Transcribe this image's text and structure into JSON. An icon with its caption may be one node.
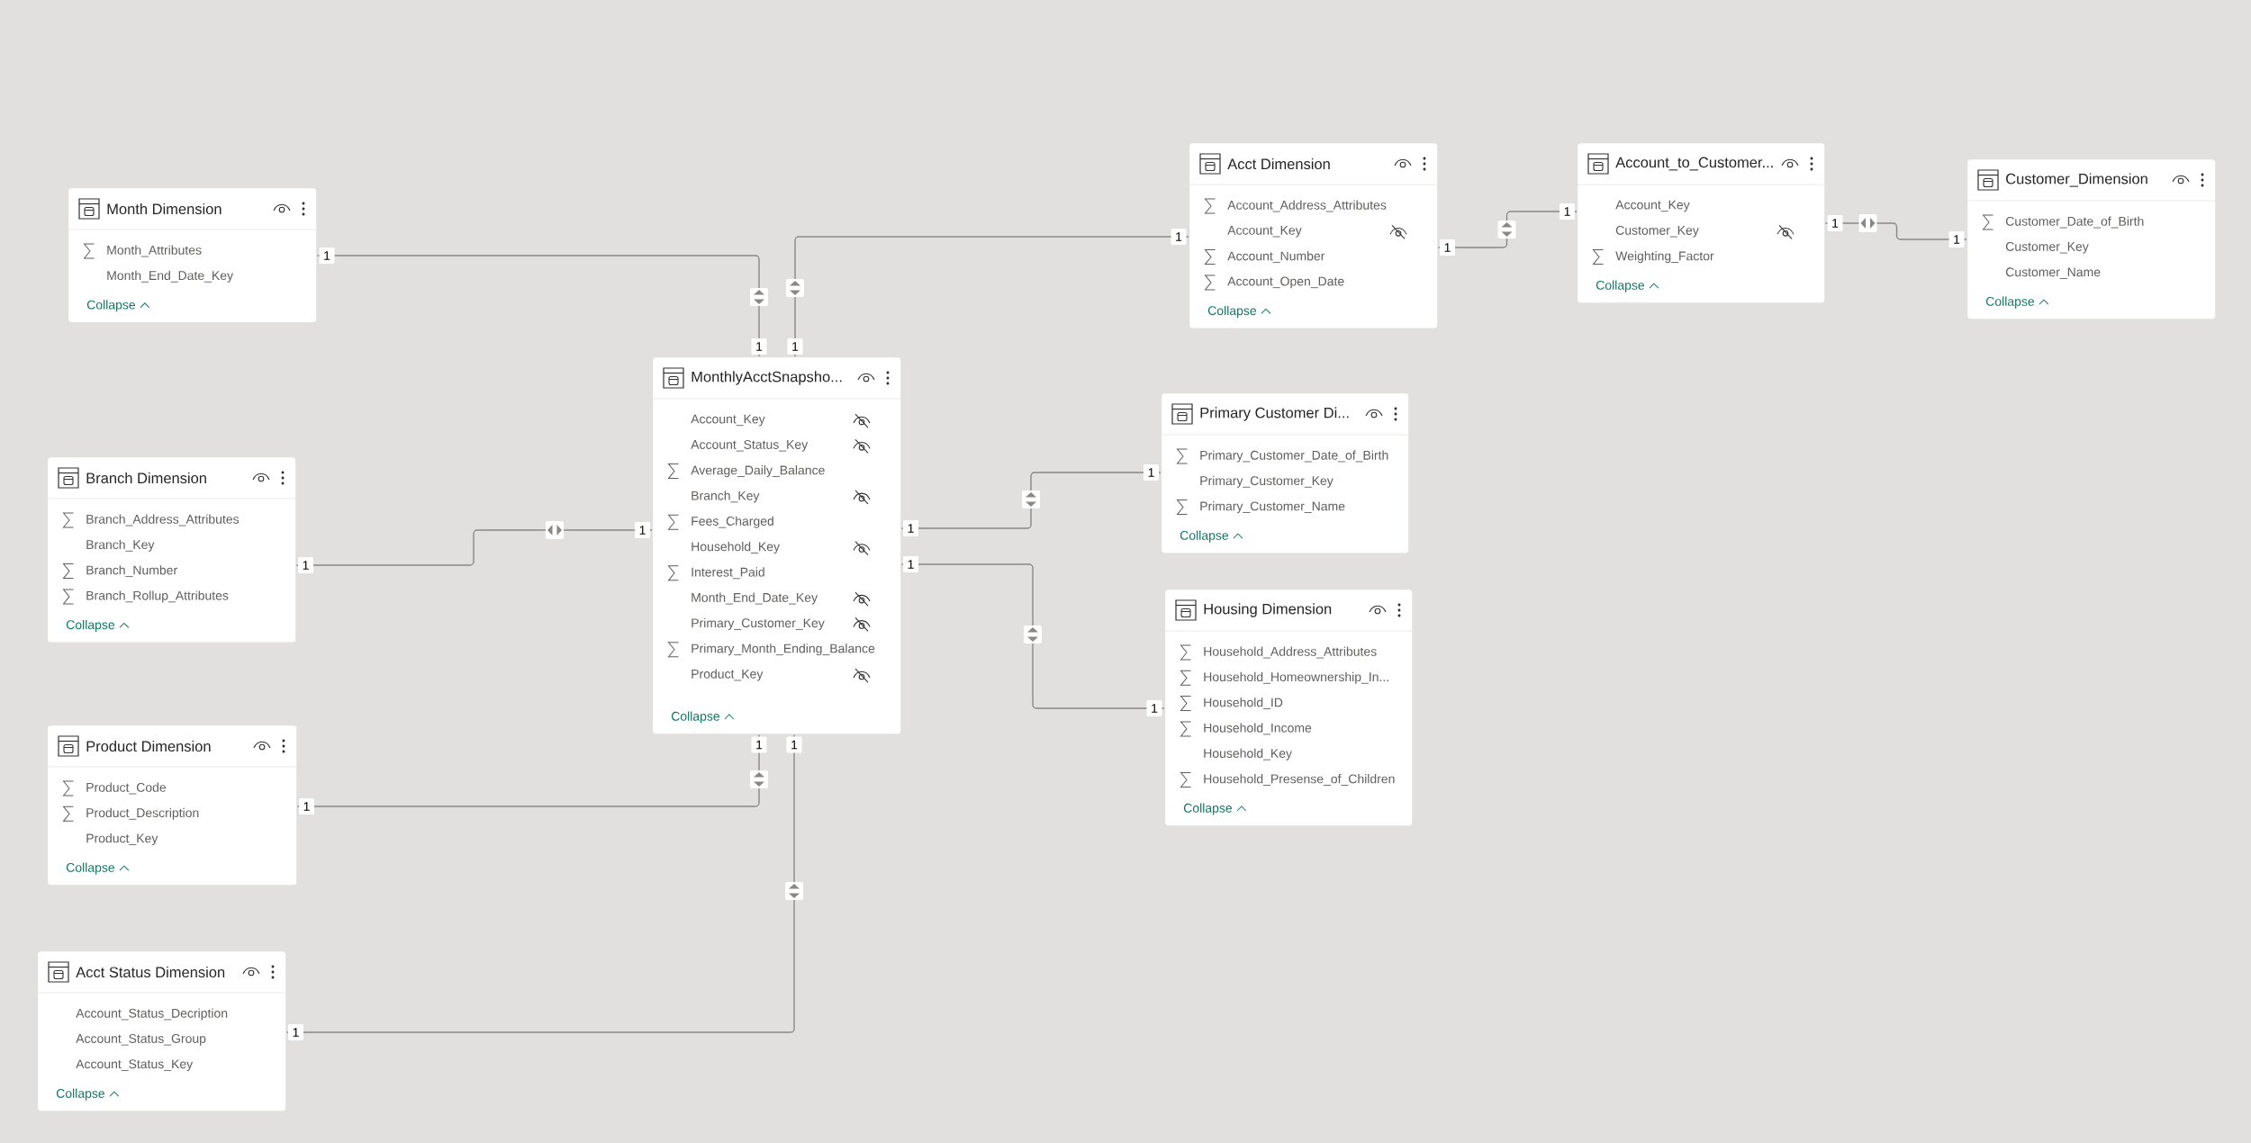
{
  "diagram": {
    "nodes": [
      {
        "text": [
          "Acct Dimension",
          "Account_Address_Attributes",
          "Account_Key",
          "Account_Number",
          "Account_Open_Date",
          "Collapse"
        ]
      },
      {
        "text": [
          "Account_to_Customer...",
          "Account_Key",
          "Customer_Key",
          "Weighting_Factor",
          "Collapse"
        ]
      },
      {
        "text": [
          "Customer_Dimension",
          "Customer_Date_of_Birth",
          "Customer_Key",
          "Customer_Name",
          "Collapse"
        ]
      },
      {
        "text": [
          "Month Dimension",
          "Month_Attributes",
          "Month_End_Date_Key",
          "Collapse"
        ]
      },
      {
        "text": [
          "MonthlyAcctSnapsho...",
          "Account_Key",
          "Account_Status_Key",
          "Average_Daily_Balance",
          "Branch_Key",
          "Fees_Charged",
          "Household_Key",
          "Interest_Paid",
          "Month_End_Date_Key",
          "Primary_Customer_Key",
          "Primary_Month_Ending_Balance",
          "Product_Key",
          "Collapse"
        ]
      },
      {
        "text": [
          "Primary Customer Di...",
          "Primary_Customer_Date_of_Birth",
          "Primary_Customer_Key",
          "Primary_Customer_Name",
          "Collapse"
        ]
      },
      {
        "text": [
          "Branch Dimension",
          "Branch_Address_Attributes",
          "Branch_Key",
          "Branch_Number",
          "Branch_Rollup_Attributes",
          "Collapse"
        ]
      },
      {
        "text": [
          "Housing Dimension",
          "Household_Address_Attributes",
          "Household_Homeownership_In...",
          "Household_ID",
          "Household_Income",
          "Household_Key",
          "Household_Presense_of_Children",
          "Collapse"
        ]
      },
      {
        "text": [
          "Product Dimension",
          "Product_Code",
          "Product_Description",
          "Product_Key",
          "Collapse"
        ]
      },
      {
        "text": [
          "Acct Status Dimension",
          "Account_Status_Decription",
          "Account_Status_Group",
          "Account_Status_Key",
          "Collapse"
        ]
      }
    ],
    "edges": [
      {
        "from": 3,
        "to": 4,
        "arrow": "to"
      },
      {
        "from": 0,
        "to": 4,
        "arrow": "to"
      },
      {
        "from": 0,
        "to": 1,
        "arrow": "to"
      },
      {
        "from": 1,
        "to": 2,
        "arrow": "to"
      },
      {
        "from": 6,
        "to": 4,
        "arrow": "to"
      },
      {
        "from": 4,
        "to": 5,
        "arrow": "to"
      },
      {
        "from": 4,
        "to": 7,
        "arrow": "to"
      },
      {
        "from": 8,
        "to": 4,
        "arrow": "to"
      },
      {
        "from": 9,
        "to": 4,
        "arrow": "to"
      }
    ],
    "labels": [
      "1",
      "1",
      "1",
      "1",
      "1",
      "1",
      "1",
      "1",
      "1",
      "1",
      "1",
      "1",
      "1",
      "1",
      "1",
      "1",
      "1",
      "1"
    ]
  }
}
